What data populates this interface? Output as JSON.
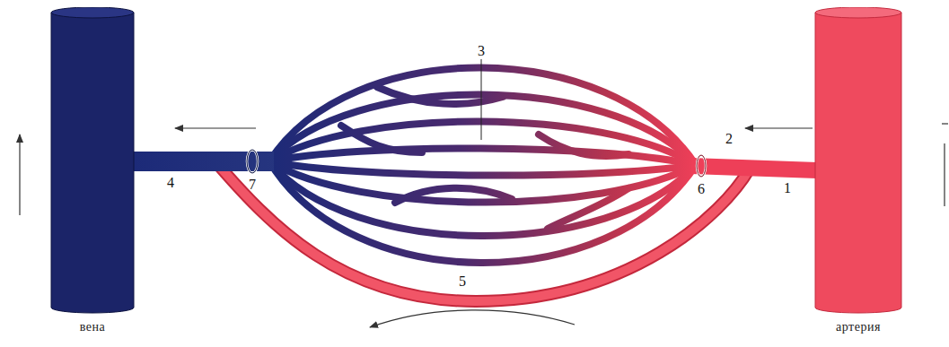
{
  "diagram": {
    "nodes": [
      {
        "text": [
          "вена"
        ]
      },
      {
        "text": [
          "артерия"
        ]
      }
    ],
    "labels": [
      "3",
      "2",
      "4",
      "7",
      "6",
      "1",
      "5"
    ]
  }
}
